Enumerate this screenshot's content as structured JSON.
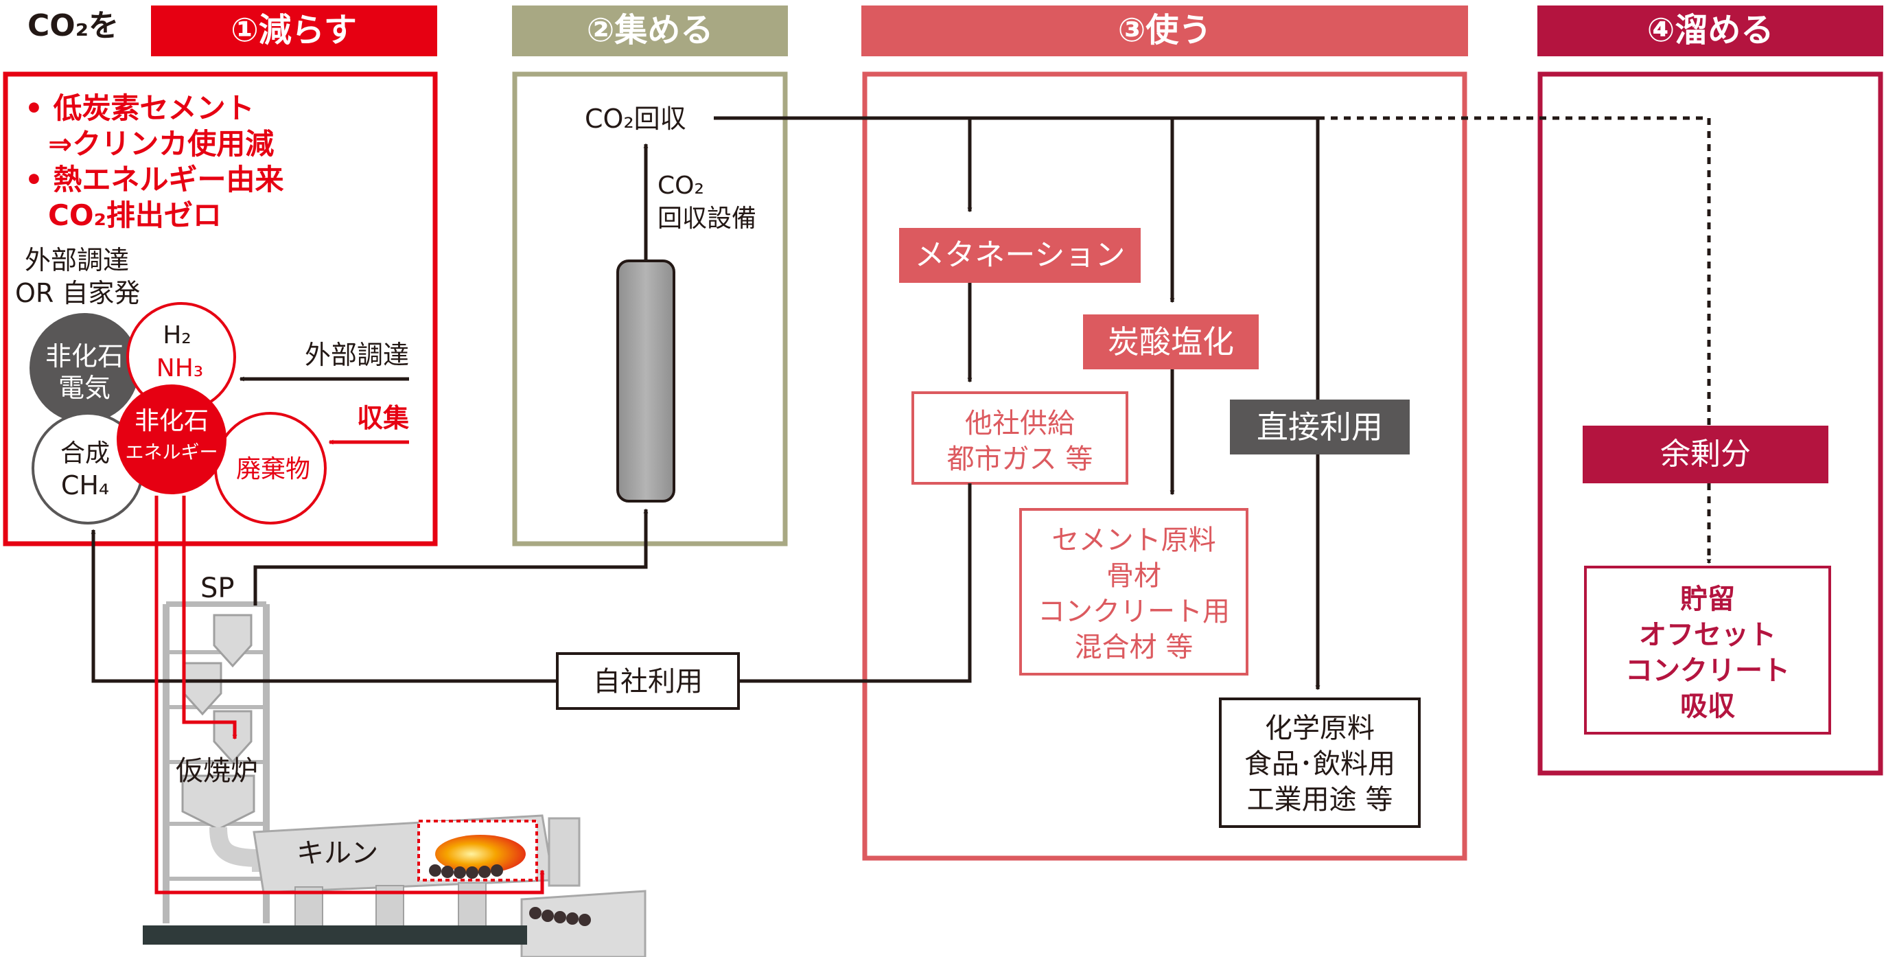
{
  "colors": {
    "reduce": "#e60012",
    "collect": "#a8a883",
    "use": "#dc5a5f",
    "store": "#b4143f",
    "dark": "#595757",
    "black": "#231815"
  },
  "header": {
    "prefix": "CO₂を",
    "reduce": "①減らす",
    "collect": "②集める",
    "use": "③使う",
    "store": "④溜める"
  },
  "reduce": {
    "bullet1_line1": "• 低炭素セメント",
    "bullet1_line2": "⇒クリンカ使用減",
    "bullet2_line1": "• 熱エネルギー由来",
    "bullet2_line2": "CO₂排出ゼロ",
    "source_line1": "外部調達",
    "source_line2": "OR 自家発",
    "power_line1": "非化石",
    "power_line2": "電気",
    "h2": "H₂",
    "nh3": "NH₃",
    "ch4_line1": "合成",
    "ch4_line2": "CH₄",
    "energy_line1": "非化石",
    "energy_line2": "エネルギー",
    "waste": "廃棄物",
    "external": "外部調達",
    "collection": "収集"
  },
  "collect": {
    "recovery": "CO₂回収",
    "equipment_line1": "CO₂",
    "equipment_line2": "回収設備"
  },
  "use": {
    "methanation": "メタネーション",
    "carbonation": "炭酸塩化",
    "direct": "直接利用",
    "gas_line1": "他社供給",
    "gas_line2": "都市ガス 等",
    "cement_line1": "セメント原料",
    "cement_line2": "骨材",
    "cement_line3": "コンクリート用",
    "cement_line4": "混合材 等",
    "chem_line1": "化学原料",
    "chem_line2": "食品･飲料用",
    "chem_line3": "工業用途 等"
  },
  "store": {
    "surplus": "余剰分",
    "item1": "貯留",
    "item2": "オフセット",
    "item3": "コンクリート",
    "item4": "吸収"
  },
  "plant": {
    "sp": "SP",
    "calciner": "仮焼炉",
    "kiln": "キルン",
    "self_use": "自社利用"
  }
}
